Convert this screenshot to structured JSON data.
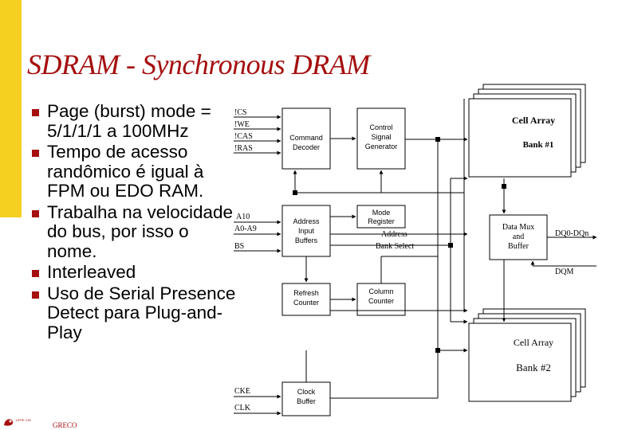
{
  "slide": {
    "title": "SDRAM - Synchronous DRAM",
    "bullets": [
      "Page (burst) mode = 5/1/1/1 a 100MHz",
      "Tempo de acesso randômico é igual à FPM ou EDO RAM.",
      "Trabalha na velocidade do bus, por isso o nome.",
      "Interleaved",
      "Uso de Serial Presence Detect para Plug-and-Play"
    ],
    "footer_text": "GRECO",
    "footer_small": "UFPE CIN",
    "colors": {
      "accent": "#f5d020",
      "title": "#a50f10",
      "bullet": "#a50f10"
    }
  },
  "diagram": {
    "signals": {
      "cs": "!CS",
      "we": "!WE",
      "cas": "!CAS",
      "ras": "!RAS",
      "a10": "A10",
      "a0a9": "A0-A9",
      "bs": "BS",
      "cke": "CKE",
      "clk": "CLK"
    },
    "blocks": {
      "command_decoder": [
        "Command",
        "Decoder"
      ],
      "control_signal_generator": [
        "Control",
        "Signal",
        "Generator"
      ],
      "address_input_buffers": [
        "Address",
        "Input",
        "Buffers"
      ],
      "mode_register": [
        "Mode",
        "Register"
      ],
      "refresh_counter": [
        "Refresh",
        "Counter"
      ],
      "column_counter": [
        "Column",
        "Counter"
      ],
      "clock_buffer": [
        "Clock",
        "Buffer"
      ],
      "data_mux_buffer": [
        "Data Mux",
        "and",
        "Buffer"
      ],
      "cell_array_1": [
        "Cell Array",
        "Bank #1"
      ],
      "cell_array_2": [
        "Cell Array",
        "Bank #2"
      ]
    },
    "bus_labels": {
      "address": "Address",
      "bank_select": "Bank Select",
      "dq": "DQ0-DQn",
      "dqm": "DQM"
    }
  }
}
